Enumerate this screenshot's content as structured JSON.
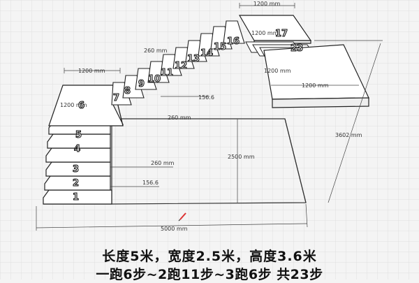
{
  "diagram": {
    "dimensions": {
      "top_width": "1200 mm",
      "top_depth": "1200 mm",
      "tread_depth_upper": "260 mm",
      "landing2_depth": "1200 mm",
      "landing2_width": "1200 mm",
      "left_landing_width": "1200 mm",
      "left_landing_depth": "1200 mm",
      "riser_height_mid": "156.6",
      "tread_depth_mid": "260 mm",
      "total_width": "2500 mm",
      "total_height": "3602 mm",
      "tread_depth_lower": "260 mm",
      "riser_height_lower": "156.6",
      "total_length": "5000 mm"
    },
    "step_numbers": [
      "1",
      "2",
      "3",
      "4",
      "5",
      "6",
      "7",
      "8",
      "9",
      "10",
      "11",
      "12",
      "13",
      "14",
      "15",
      "16",
      "17",
      "23"
    ]
  },
  "caption": {
    "line1": "长度5米，宽度2.5米，高度3.6米",
    "line2": "一跑6步~2跑11步~3跑6步 共23步"
  }
}
